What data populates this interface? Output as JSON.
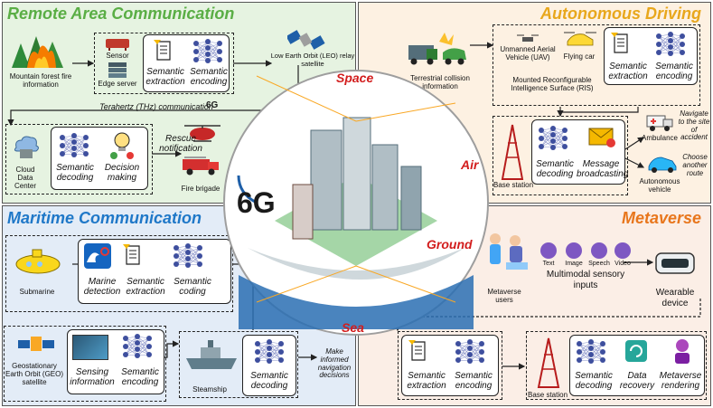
{
  "quadrants": {
    "remote": {
      "title": "Remote Area Communication",
      "title_color": "#5aae45",
      "labels": {
        "fire": "Mountain forest fire information",
        "sensor": "Sensor",
        "edge": "Edge server",
        "sem_ext": "Semantic extraction",
        "sem_enc": "Semantic encoding",
        "leo": "Low Earth Orbit (LEO) relay satellite",
        "thz": "Terahertz (THz) communication",
        "cloud": "Cloud Data Center",
        "sem_dec": "Semantic decoding",
        "decision": "Decision making",
        "rescue": "Rescue notification",
        "brigade": "Fire brigade"
      }
    },
    "auto": {
      "title": "Autonomous Driving",
      "title_color": "#e8a71c",
      "labels": {
        "collision": "Terrestrial collision information",
        "uav": "Unmanned Aerial Vehicle (UAV)",
        "flying_car": "Flying car",
        "ris": "Mounted Reconfigurable Intelligence Surface (RIS)",
        "sem_ext": "Semantic extraction",
        "sem_enc": "Semantic encoding",
        "base": "Base station",
        "sem_dec": "Semantic decoding",
        "broadcast": "Message broadcasting",
        "ambulance": "Ambulance",
        "navigate": "Navigate to the site of accident",
        "auto_vehicle": "Autonomous vehicle",
        "choose_route": "Choose another route"
      }
    },
    "maritime": {
      "title": "Maritime Communication",
      "title_color": "#1f78c8",
      "labels": {
        "submarine": "Submarine",
        "marine": "Marine detection",
        "sem_ext": "Semantic extraction",
        "sem_coding": "Semantic coding",
        "geo": "Geostationary Earth Orbit (GEO) satellite",
        "sensing": "Sensing information",
        "sem_enc": "Semantic encoding",
        "steamship": "Steamship",
        "sem_dec": "Semantic decoding",
        "decisions": "Make informed navigation decisions"
      }
    },
    "meta": {
      "title": "Metaverse",
      "title_color": "#e8761c",
      "labels": {
        "text": "Text",
        "image": "Image",
        "speech": "Speech",
        "video": "Video",
        "users": "Metaverse users",
        "multimodal": "Multimodal sensory inputs",
        "wearable": "Wearable device",
        "sem_ext": "Semantic extraction",
        "sem_enc": "Semantic encoding",
        "base": "Base station",
        "sem_dec": "Semantic decoding",
        "recovery": "Data recovery",
        "rendering": "Metaverse rendering"
      }
    }
  },
  "center": {
    "space": "Space",
    "air": "Air",
    "ground": "Ground",
    "sea": "Sea",
    "logo": "6G"
  },
  "small_logo": "6G",
  "colors": {
    "region_label": "#d21d1d",
    "nn_node": "#3e4f9e",
    "box_border": "#222222"
  }
}
